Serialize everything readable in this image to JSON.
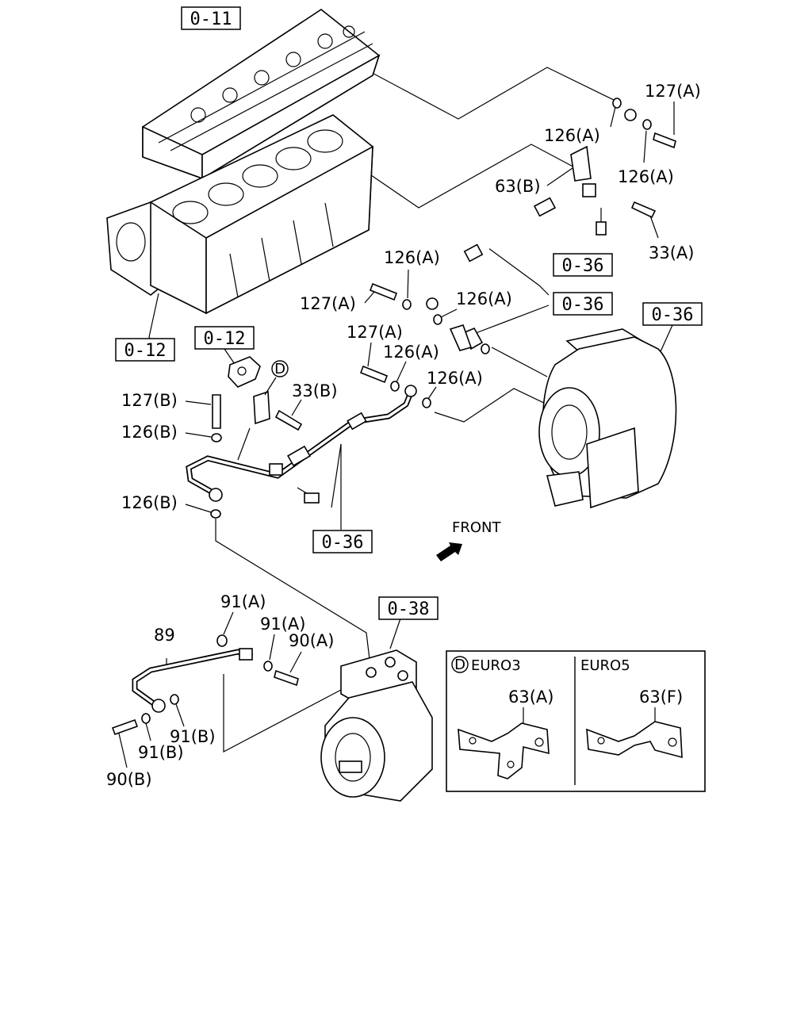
{
  "ref_boxes": [
    "0-11",
    "0-12",
    "0-12",
    "0-36",
    "0-36",
    "0-36",
    "0-36",
    "0-38"
  ],
  "callouts": {
    "c127a_top": "127(A)",
    "c126a_top": "126(A)",
    "c126a_right": "126(A)",
    "c63b": "63(B)",
    "c33a": "33(A)",
    "c126a_mid1": "126(A)",
    "c127a_mid": "127(A)",
    "c126a_mid2": "126(A)",
    "c127a_low": "127(A)",
    "c126a_low1": "126(A)",
    "c126a_low2": "126(A)",
    "c33b": "33(B)",
    "c127b": "127(B)",
    "c126b_1": "126(B)",
    "c126b_2": "126(B)",
    "c91a_1": "91(A)",
    "c91a_2": "91(A)",
    "c90a": "90(A)",
    "c89": "89",
    "c91b_1": "91(B)",
    "c91b_2": "91(B)",
    "c90b": "90(B)",
    "d_marker": "D"
  },
  "front_label": "FRONT",
  "inset": {
    "marker": "D",
    "eur03_label": "EURO3",
    "eur05_label": "EURO5",
    "part_eur03": "63(A)",
    "part_eur05": "63(F)"
  }
}
